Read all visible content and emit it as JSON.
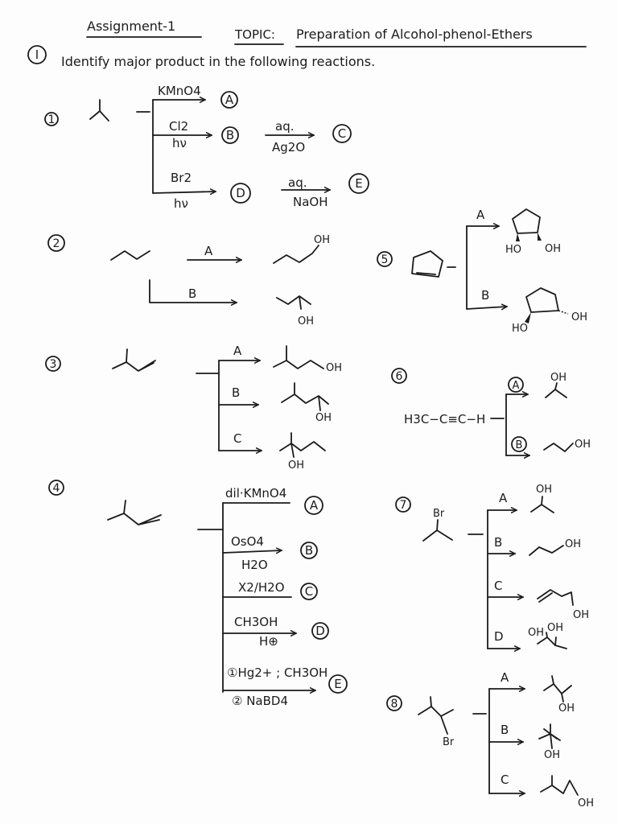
{
  "header": {
    "assignment": "Assignment-1",
    "topic_label": "TOPIC:",
    "topic": "Preparation of Alcohol-phenol-Ethers"
  },
  "section": {
    "roman": "I",
    "instruction": "Identify major product in the following reactions."
  },
  "questions": [
    {
      "number": "1",
      "branches": [
        {
          "reagent": "KMnO4",
          "product": "A"
        },
        {
          "reagent": "Cl2",
          "reagent_sub": "hν",
          "product": "B",
          "reagent2": "aq.",
          "reagent2_sub": "Ag2O",
          "product2": "C"
        },
        {
          "reagent": "Br2",
          "reagent_sub": "hν",
          "product": "D",
          "reagent2": "aq.",
          "reagent2_sub": "NaOH",
          "product2": "E"
        }
      ]
    },
    {
      "number": "2",
      "branches": [
        {
          "reagent": "A",
          "product_label": "OH"
        },
        {
          "reagent": "B",
          "product_label": "OH"
        }
      ]
    },
    {
      "number": "3",
      "branches": [
        {
          "reagent": "A",
          "product_label": "OH"
        },
        {
          "reagent": "B",
          "product_label": "OH"
        },
        {
          "reagent": "C",
          "product_label": "OH"
        }
      ]
    },
    {
      "number": "4",
      "branches": [
        {
          "reagent": "dil·KMnO4",
          "product": "A"
        },
        {
          "reagent": "OsO4",
          "reagent_sub": "H2O",
          "product": "B"
        },
        {
          "reagent": "X2/H2O",
          "product": "C"
        },
        {
          "reagent": "CH3OH",
          "reagent_sub": "H⊕",
          "product": "D"
        },
        {
          "reagent": "①Hg2+ ; CH3OH",
          "reagent_sub": "② NaBD4",
          "product": "E"
        }
      ]
    },
    {
      "number": "5",
      "branches": [
        {
          "reagent": "A",
          "labels": [
            "HO",
            "OH"
          ]
        },
        {
          "reagent": "B",
          "labels": [
            "HO",
            "OH"
          ]
        }
      ]
    },
    {
      "number": "6",
      "reactant": "H3C−C≡C−H",
      "branches": [
        {
          "reagent": "A",
          "product_label": "OH"
        },
        {
          "reagent": "B",
          "product_label": "OH"
        }
      ]
    },
    {
      "number": "7",
      "reactant_label": "Br",
      "branches": [
        {
          "reagent": "A",
          "product_label": "OH"
        },
        {
          "reagent": "B",
          "product_label": "OH"
        },
        {
          "reagent": "C",
          "product_label": "OH"
        },
        {
          "reagent": "D",
          "product_labels": [
            "OH",
            "OH"
          ]
        }
      ]
    },
    {
      "number": "8",
      "reactant_label": "Br",
      "branches": [
        {
          "reagent": "A",
          "product_label": "OH"
        },
        {
          "reagent": "B",
          "product_label": "OH"
        },
        {
          "reagent": "C",
          "product_label": "OH"
        }
      ]
    }
  ]
}
